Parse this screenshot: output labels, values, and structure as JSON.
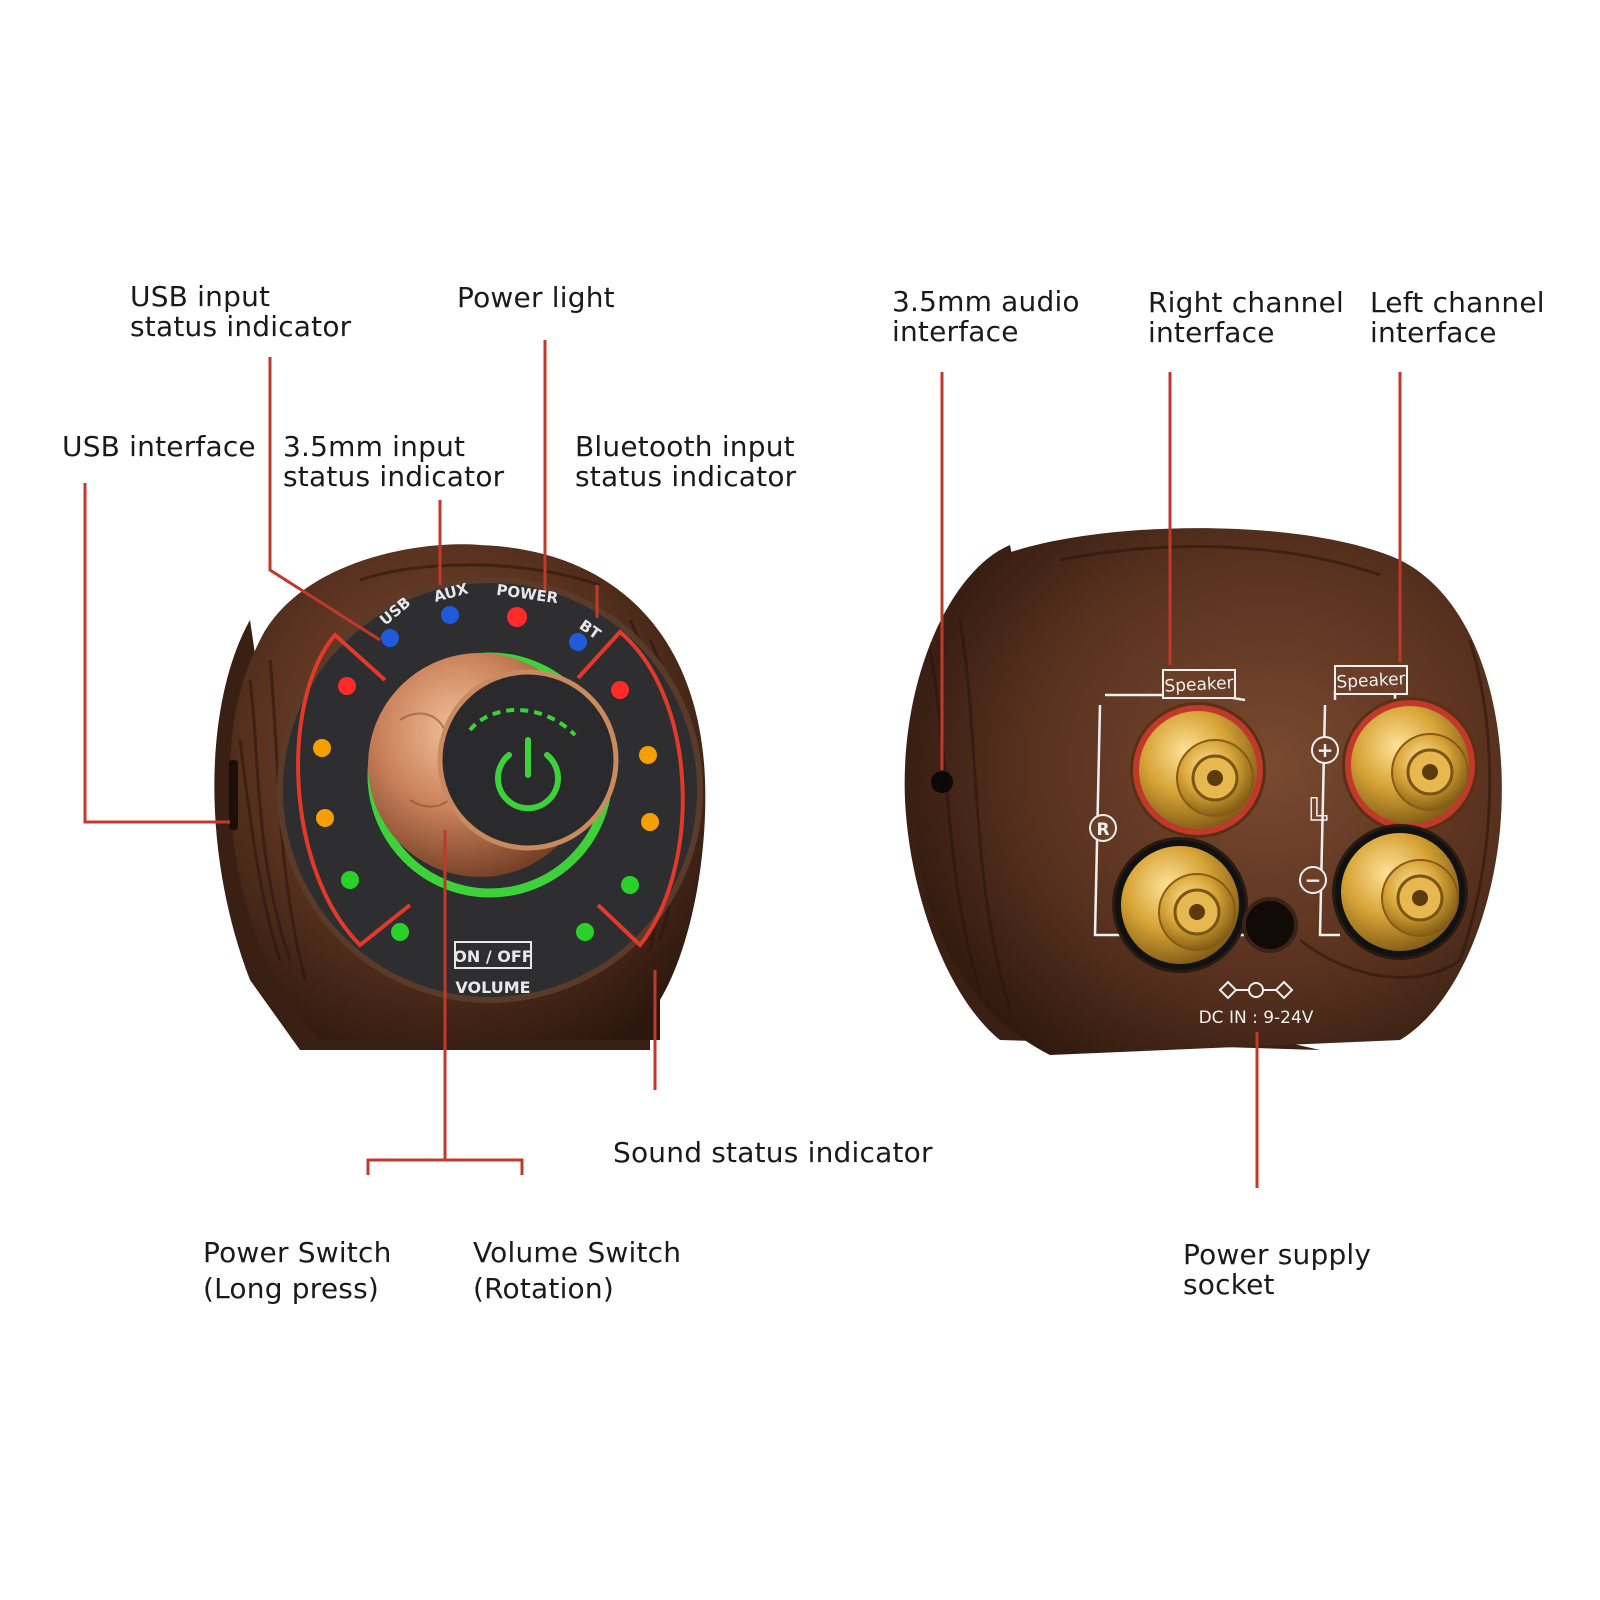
{
  "callouts": {
    "usb_input_status": {
      "line1": "USB input",
      "line2": "status indicator"
    },
    "power_light": {
      "line1": "Power light"
    },
    "usb_interface": {
      "line1": "USB interface"
    },
    "aux_input_status": {
      "line1": "3.5mm input",
      "line2": "status indicator"
    },
    "bt_input_status": {
      "line1": "Bluetooth input",
      "line2": "status indicator"
    },
    "sound_status": {
      "line1": "Sound status indicator"
    },
    "power_switch": {
      "line1": "Power Switch",
      "line2": "(Long press)"
    },
    "volume_switch": {
      "line1": "Volume Switch",
      "line2": "(Rotation)"
    },
    "audio_interface": {
      "line1": "3.5mm audio",
      "line2": "interface"
    },
    "right_channel": {
      "line1": "Right channel",
      "line2": "interface"
    },
    "left_channel": {
      "line1": "Left channel",
      "line2": "interface"
    },
    "power_socket": {
      "line1": "Power supply",
      "line2": "socket"
    }
  },
  "front_panel": {
    "usb": "USB",
    "aux": "AUX",
    "power": "POWER",
    "bt": "BT",
    "on_off": "ON / OFF",
    "volume": "VOLUME"
  },
  "back_panel": {
    "speaker_right": "Speaker",
    "speaker_left": "Speaker",
    "r_mark": "R",
    "l_mark": "L",
    "plus": "+",
    "minus": "−",
    "dc_in": "DC IN : 9-24V"
  },
  "colors": {
    "leader_line": "#c0392b",
    "wood_dark": "#3b2116",
    "wood_mid": "#6b3e27",
    "panel": "#2e2e30",
    "led_red": "#ff2a2a",
    "led_orange": "#f5a000",
    "led_green": "#2bd12b",
    "led_blue": "#1f5bd8",
    "ring_green": "#3dd13a",
    "brass": "#c8962e"
  }
}
